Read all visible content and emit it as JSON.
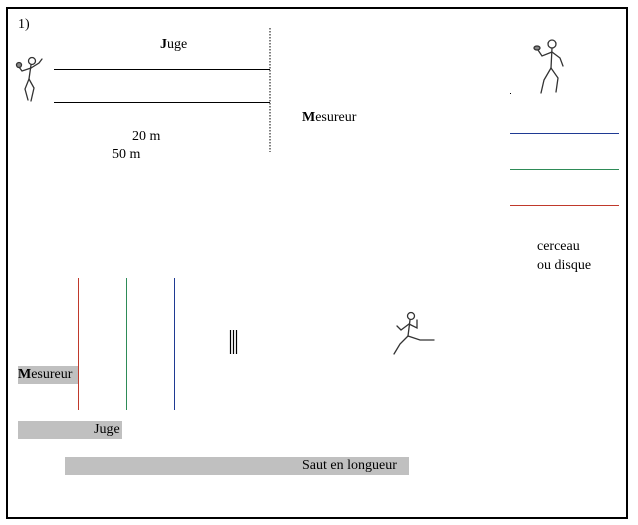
{
  "figure_number": "1)",
  "top_field": {
    "judge_label": {
      "first": "J",
      "rest": "uge"
    },
    "distance_20": "20 m",
    "distance_50": "50 m",
    "measurer_label": {
      "first": "M",
      "rest": "esureur"
    }
  },
  "legend": {
    "line_colors": [
      "#1f3a93",
      "#2e8b57",
      "#c0392b"
    ],
    "caption_line1": "cerceau",
    "caption_line2": "ou disque"
  },
  "bottom_field": {
    "vertical_line_colors": [
      "#c0392b",
      "#2e8b57",
      "#1f3a93"
    ],
    "measurer_label": {
      "first": "M",
      "rest": "esureur"
    },
    "judge_label": "Juge",
    "long_jump_label": "Saut en longueur"
  },
  "icons": [
    "thrower-icon",
    "discus-thrower-icon",
    "runner-icon",
    "takeoff-marker-icon"
  ]
}
